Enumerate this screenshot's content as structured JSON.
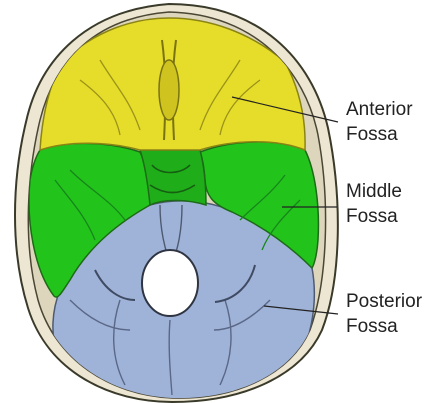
{
  "labels": {
    "anterior": {
      "line1": "Anterior",
      "line2": "Fossa"
    },
    "middle": {
      "line1": "Middle",
      "line2": "Fossa"
    },
    "posterior": {
      "line1": "Posterior",
      "line2": "Fossa"
    }
  },
  "colors": {
    "anterior_fossa": "#e6dc2a",
    "middle_fossa": "#22c41c",
    "posterior_fossa": "#9fb3d8",
    "bone": "#e9e3cf",
    "outline": "#3a3a2a",
    "leader_line": "#222222"
  }
}
